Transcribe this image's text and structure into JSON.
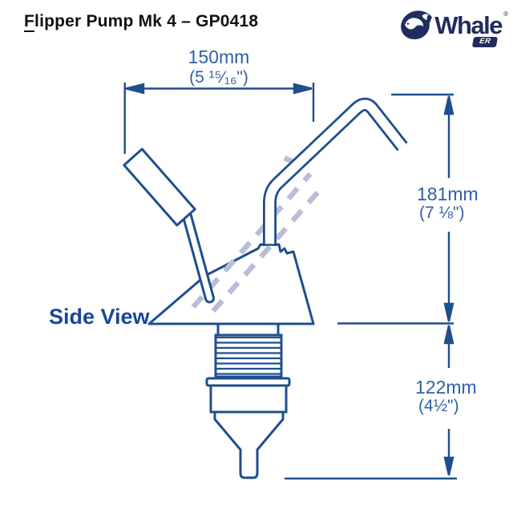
{
  "header": {
    "title_initial": "F",
    "title_rest": "lipper Pump Mk 4 – GP0418",
    "logo": {
      "brand": "Whale",
      "registered_mark": "®",
      "badge": "ER"
    }
  },
  "diagram": {
    "view_label": "Side View",
    "dimensions": {
      "spout_width": {
        "metric": "150mm",
        "imperial": "(5 ¹⁵⁄₁₆\")"
      },
      "height_above_mount": {
        "metric": "181mm",
        "imperial": "(7 ⅛\")"
      },
      "depth_below_mount": {
        "metric": "122mm",
        "imperial": "(4½\")"
      }
    }
  },
  "colors": {
    "outline_blue": "#1e4f8f",
    "dimension_text_blue": "#2f5fa8",
    "view_label_blue": "#17479a",
    "ghost_dash": "#b9bdd6",
    "logo_navy": "#212d5e",
    "title_black": "#111111"
  }
}
